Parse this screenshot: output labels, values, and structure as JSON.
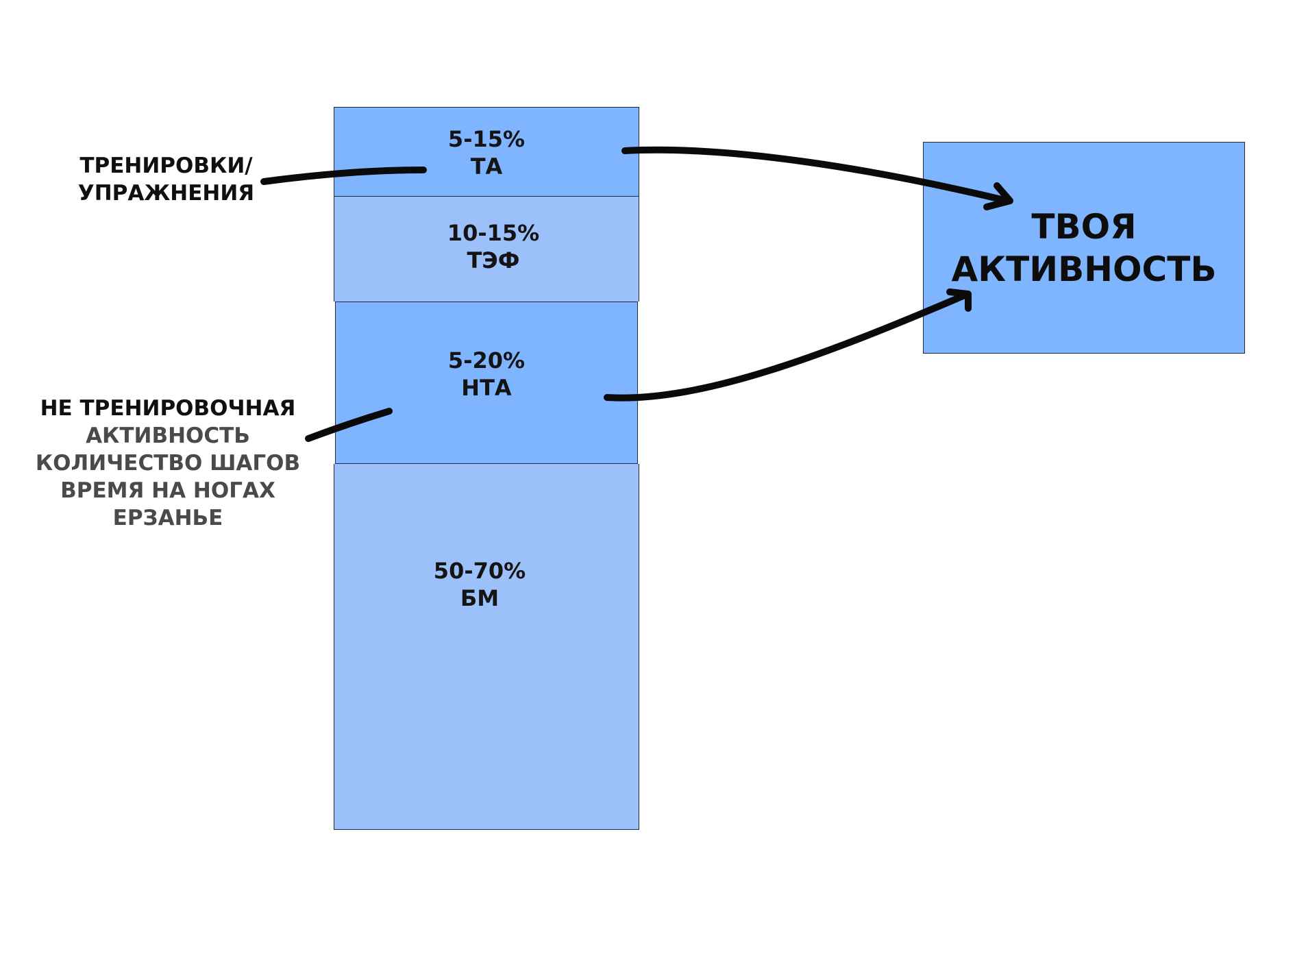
{
  "layers": [
    {
      "id": "ta",
      "percent": "5-15%",
      "abbr": "ТА"
    },
    {
      "id": "tef",
      "percent": "10-15%",
      "abbr": "ТЭФ"
    },
    {
      "id": "nta",
      "percent": "5-20%",
      "abbr": "НТА"
    },
    {
      "id": "bm",
      "percent": "50-70%",
      "abbr": "БМ"
    }
  ],
  "target": {
    "line1": "ТВОЯ",
    "line2": "АКТИВНОСТЬ"
  },
  "labels": {
    "training": [
      "ТРЕНИРОВКИ/",
      "УПРАЖНЕНИЯ"
    ],
    "non_training": [
      "НЕ ТРЕНИРОВОЧНАЯ",
      "АКТИВНОСТЬ",
      "КОЛИЧЕСТВО ШАГОВ",
      "ВРЕМЯ НА НОГАХ",
      "ЕРЗАНЬЕ"
    ]
  },
  "colors": {
    "block_dark": "#7fb5ff",
    "block_light": "#9bc0fa",
    "arrow": "#0a0a0a",
    "label_gray": "#4a4a4a"
  }
}
